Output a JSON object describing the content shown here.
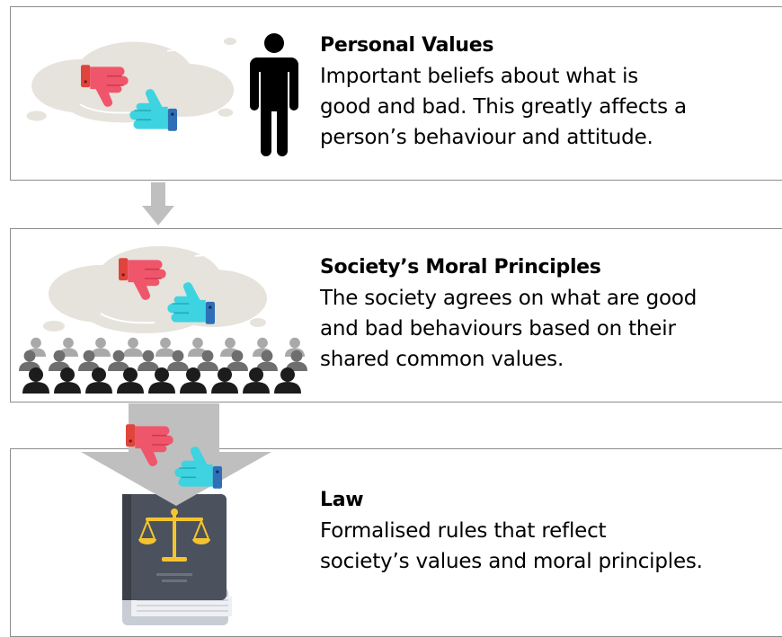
{
  "panels": [
    {
      "heading": "Personal Values",
      "lines": [
        "Important beliefs about what is",
        "good and bad. This greatly affects a",
        "person’s behaviour and attitude."
      ]
    },
    {
      "heading": "Society’s Moral Principles",
      "lines": [
        "The society agrees on what are good",
        "and bad behaviours based on their",
        "shared common values."
      ]
    },
    {
      "heading": "Law",
      "lines": [
        "Formalised rules that reflect",
        "society’s values and moral principles."
      ]
    }
  ],
  "colors": {
    "border": "#8c8c8c",
    "arrow": "#bfbfbf",
    "thumbs_down": "#f0566b",
    "thumbs_up": "#3ed3e0",
    "cuff_red": "#e0453c",
    "cuff_blue": "#2f6fb8",
    "cloud": "#e6e3dc",
    "book_cover": "#4b525d",
    "scale": "#f4c430"
  },
  "icons": [
    "thumbs-down-icon",
    "thumbs-up-icon",
    "person-icon",
    "crowd-icon",
    "law-book-icon",
    "scales-icon",
    "thought-cloud-icon"
  ]
}
